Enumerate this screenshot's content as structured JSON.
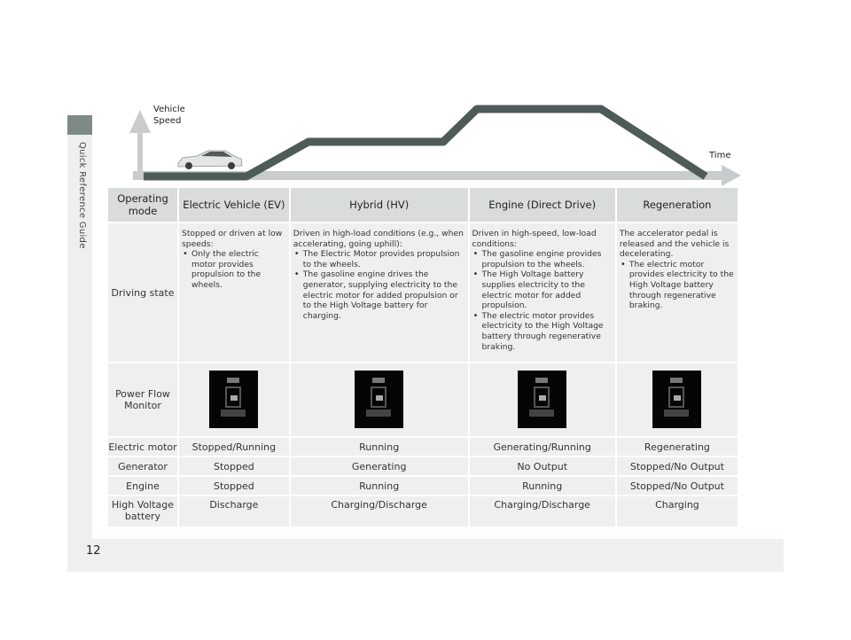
{
  "side_label": "Quick Reference Guide",
  "page_number": "12",
  "graph": {
    "vehicle_speed_label": "Vehicle\nSpeed",
    "time_label": "Time",
    "line_color": "#4f5b58",
    "axis_color": "#c8cccc"
  },
  "table": {
    "corner": "Operating\nmode",
    "columns": [
      "Electric Vehicle (EV)",
      "Hybrid (HV)",
      "Engine (Direct Drive)",
      "Regeneration"
    ],
    "driving_state": {
      "label": "Driving state",
      "cells": [
        {
          "intro": "Stopped or driven at low speeds:",
          "bullets": [
            "Only the electric motor provides propulsion to the wheels."
          ]
        },
        {
          "intro": "Driven in high-load conditions (e.g., when accelerating, going uphill):",
          "bullets": [
            "The Electric Motor provides propulsion to the wheels.",
            "The gasoline engine drives the generator, supplying electricity to the electric motor for added propulsion or to the High Voltage battery for charging."
          ]
        },
        {
          "intro": "Driven in high-speed, low-load conditions:",
          "bullets": [
            "The gasoline engine provides propulsion to the wheels.",
            "The High Voltage battery supplies electricity to the electric motor for added propulsion.",
            "The electric motor provides electricity to the High Voltage battery through regenerative braking."
          ]
        },
        {
          "intro": "The accelerator pedal is released and the vehicle is decelerating.",
          "bullets": [
            "The electric motor provides electricity to the High Voltage battery through regenerative braking."
          ]
        }
      ]
    },
    "power_flow": {
      "label": "Power Flow\nMonitor"
    },
    "rows": [
      {
        "label": "Electric motor",
        "values": [
          "Stopped/Running",
          "Running",
          "Generating/Running",
          "Regenerating"
        ]
      },
      {
        "label": "Generator",
        "values": [
          "Stopped",
          "Generating",
          "No Output",
          "Stopped/No Output"
        ]
      },
      {
        "label": "Engine",
        "values": [
          "Stopped",
          "Running",
          "Running",
          "Stopped/No Output"
        ]
      },
      {
        "label": "High Voltage\nbattery",
        "values": [
          "Discharge",
          "Charging/Discharge",
          "Charging/Discharge",
          "Charging"
        ]
      }
    ]
  }
}
